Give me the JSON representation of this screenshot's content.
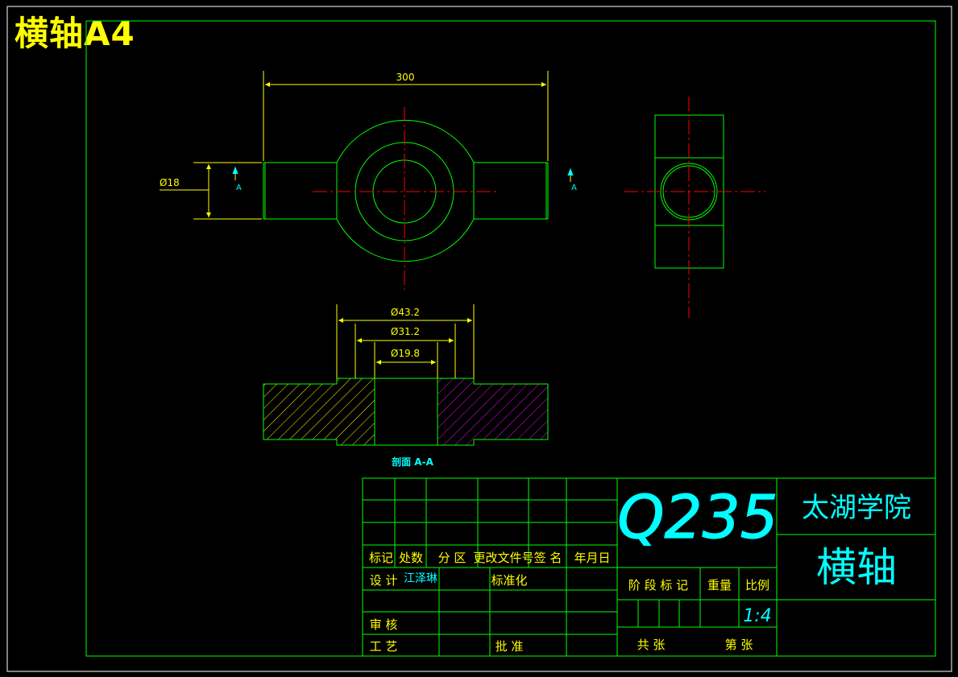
{
  "sheet": {
    "title": "横轴A4"
  },
  "front_view": {
    "dims": {
      "overall_length": "300",
      "shaft_diameter": "Ø18"
    },
    "section_marks": [
      "A",
      "A"
    ]
  },
  "section_view": {
    "dims": {
      "d_outer": "Ø43.2",
      "d_mid": "Ø31.2",
      "d_inner": "Ø19.8"
    },
    "caption": "剖面 A-A"
  },
  "title_block": {
    "material": "Q235",
    "school": "太湖学院",
    "part_name": "横轴",
    "headers": [
      "标记",
      "处数",
      "分 区",
      "更改文件号",
      "签 名",
      "年月日"
    ],
    "design_label": "设 计",
    "designer": "江泽琳",
    "standardization_label": "标准化",
    "review_label": "审 核",
    "process_label": "工 艺",
    "approve_label": "批 准",
    "stage_label": "阶 段 标 记",
    "weight_label": "重量",
    "scale_label": "比例",
    "scale": "1:4",
    "total_sheets_label": "共  张",
    "sheet_no_label": "第  张"
  },
  "colors": {
    "background": "#000000",
    "outline": "#00ff00",
    "dimension": "#ffff00",
    "centerline": "#ff0000",
    "text": "#00ffff",
    "hatch_steel": "#ffff00",
    "hatch_alt": "#ff00ff",
    "frame": "#ffffff"
  }
}
